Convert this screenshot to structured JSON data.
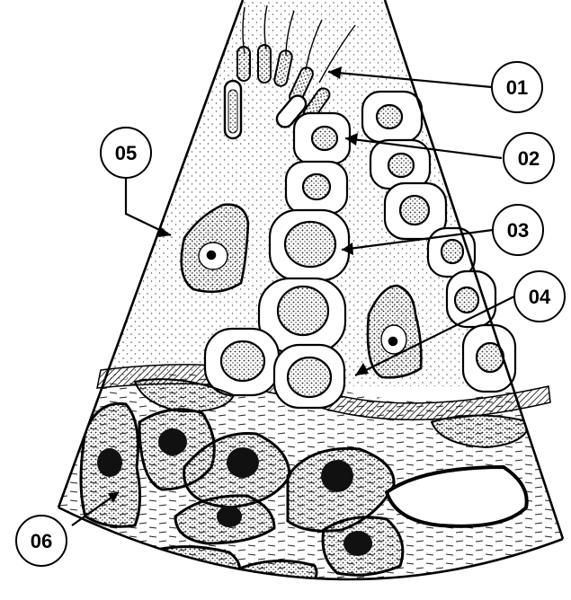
{
  "labels": [
    {
      "id": "01",
      "text": "01"
    },
    {
      "id": "02",
      "text": "02"
    },
    {
      "id": "03",
      "text": "03"
    },
    {
      "id": "04",
      "text": "04"
    },
    {
      "id": "05",
      "text": "05"
    },
    {
      "id": "06",
      "text": "06"
    }
  ],
  "colors": {
    "ink": "#000000",
    "paper": "#ffffff",
    "stipple": "#555555"
  }
}
